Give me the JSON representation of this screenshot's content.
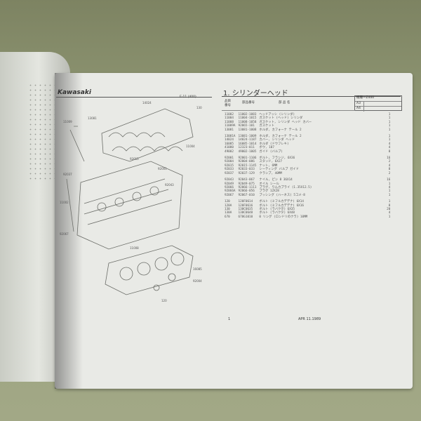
{
  "left_page": {
    "brand": "Kawasaki",
    "model_code": "E-11 (400)"
  },
  "right_page": {
    "section_title": "1. シリンダーヘッド",
    "columns": {
      "ref": "品目 番号",
      "part_no": "部品番号",
      "name": "部 品 名"
    },
    "model_box": {
      "label": "機種ーZ400",
      "rows": [
        "A3",
        "A4"
      ]
    },
    "groups": [
      [
        [
          "11002",
          "11002-1083",
          "ヘッドアッシ (シリンダ)",
          "1"
        ],
        [
          "11004",
          "11004-1015",
          "ガスケット (ヘッド) シリンダ",
          "1"
        ],
        [
          "11008",
          "11008-1058",
          "ガスケット, シリンダ ヘッド カバー",
          "1"
        ],
        [
          "11009A",
          "92065-101",
          "ガスケット",
          "1"
        ],
        [
          "13081",
          "13081-1008",
          "ホルダ, カフォーナ テール 2",
          "1"
        ]
      ],
      [
        [
          "13081A",
          "13081-1009",
          "ホルダ, カフォーナ テール 2",
          "1"
        ],
        [
          "14024",
          "14024-1187",
          "カバー, シリンダ ヘッド",
          "1"
        ],
        [
          "16085",
          "16085-1014",
          "ホルダ (ドウフレキ)",
          "4"
        ],
        [
          "41080",
          "12323-011",
          "ボウ, 107",
          "4"
        ],
        [
          "49002",
          "49002-1005",
          "ガイド (バルブ)",
          "8"
        ]
      ],
      [
        [
          "92001",
          "92001-1106",
          "ボルト, フランジ, 6X36",
          "16"
        ],
        [
          "92004",
          "92004-086",
          "スタッド, 6X27",
          "2"
        ],
        [
          "92015",
          "92015-1145",
          "ナット, 6MM",
          "4"
        ],
        [
          "92033",
          "92033-033",
          "シーティング バルブ ガイド",
          "8"
        ],
        [
          "92037",
          "92037-129",
          "クランプ, 40MM",
          "2"
        ]
      ],
      [
        [
          "92043",
          "92043-067",
          "ナイル, ピン 8 36X14",
          "16"
        ],
        [
          "92049",
          "92049-075",
          "オイル シール",
          "1"
        ],
        [
          "92066",
          "92066-1111",
          "プラグ, りんカプライ (1.35X12.5)",
          "4"
        ],
        [
          "92066A",
          "92066-056",
          "プラグ 12X28",
          "1"
        ],
        [
          "92067",
          "92067-010",
          "ブッシング (ハーネス) 5コメ-8",
          "1"
        ]
      ],
      [
        [
          "120",
          "120F0614",
          "ボルト (ミフルカデデナ) 6X14",
          "1"
        ],
        [
          "120A",
          "120F0616",
          "ボルト (ミフルカデデナ) 6X16",
          "8"
        ],
        [
          "130",
          "130C0635",
          "ボルト (ラバクタ) 6X35",
          "20"
        ],
        [
          "130A",
          "130C0648",
          "ボルト (ラバクタ) 6X48",
          "4"
        ],
        [
          "670",
          "670G1010",
          "0 リング (ロンドリのクラ) 10MM",
          "1"
        ]
      ]
    ],
    "page_number": "1",
    "date": "APR 11.1989"
  },
  "diagram_labels": [
    "14024",
    "130",
    "11009",
    "13081",
    "92015",
    "92001",
    "11004",
    "92043",
    "92037",
    "11002",
    "92067",
    "16085",
    "92004",
    "11008",
    "120"
  ]
}
